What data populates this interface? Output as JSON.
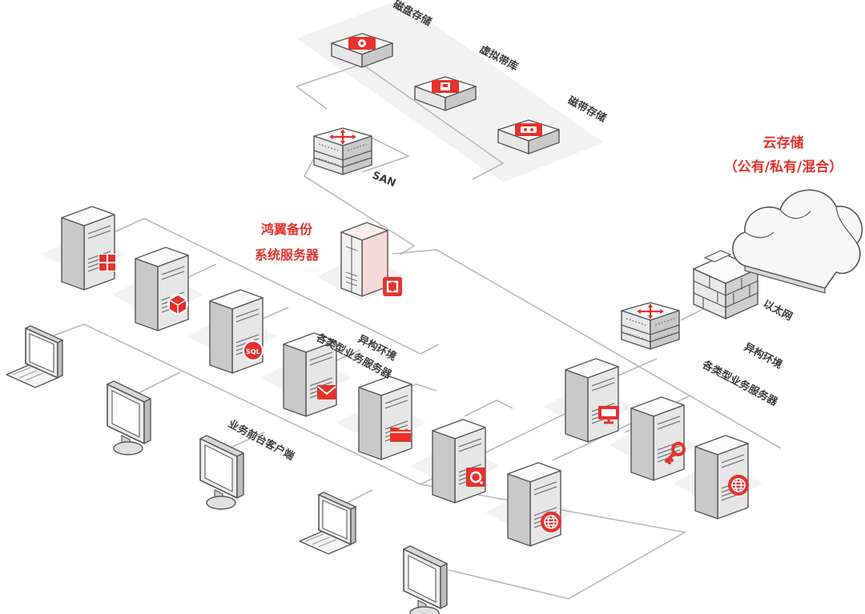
{
  "labels": {
    "disk_storage": "磁盘存储",
    "virtual_tape_library": "虚拟带库",
    "tape_storage": "磁带存储",
    "san": "SAN",
    "backup_server_line1": "鸿翼备份",
    "backup_server_line2": "系统服务器",
    "cloud_line1": "云存储",
    "cloud_line2": "（公有/私有/混合）",
    "ethernet": "以太网",
    "hetero_env_left": "异构环境",
    "biz_servers_left": "各类型业务服务器",
    "hetero_env_right": "异构环境",
    "biz_servers_right": "各类型业务服务器",
    "frontend_clients": "业务前台客户端",
    "sql_badge": "SQL"
  },
  "colors": {
    "accent": "#e5322d",
    "line": "#b9b9b9",
    "plate": "#f2f2f2",
    "device_light": "#fbfbfb",
    "device_mid": "#e6e6e6",
    "device_dark": "#c9c9c9",
    "outline": "#555555"
  },
  "icons": {
    "left_servers": [
      "windows-icon",
      "cube-icon",
      "sql-icon",
      "mail-icon",
      "folder-icon",
      "camera-icon",
      "globe-icon"
    ],
    "right_servers": [
      "monitor-icon",
      "key-icon",
      "globe-icon"
    ]
  }
}
